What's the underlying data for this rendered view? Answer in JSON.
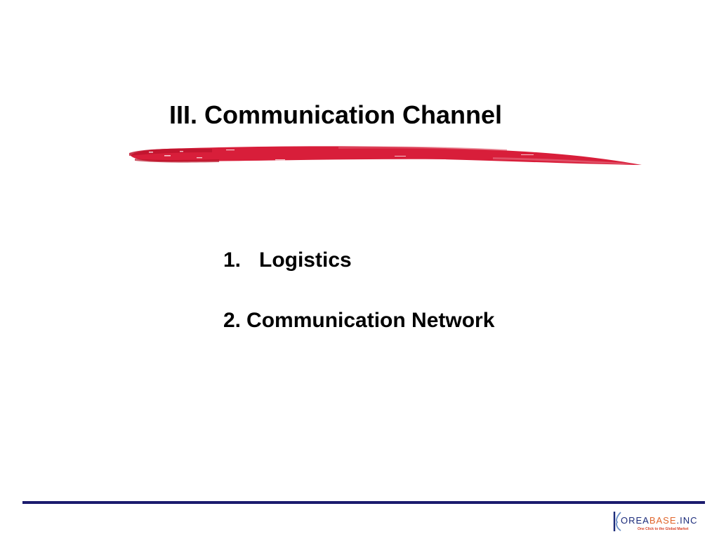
{
  "slide": {
    "title": "III. Communication Channel",
    "items": [
      {
        "number": "1.",
        "text": "Logistics"
      },
      {
        "number": "2.",
        "text": "Communication Network"
      }
    ]
  },
  "logo": {
    "part_ore": "OREA",
    "part_base": "BASE",
    "part_inc": ".INC",
    "tagline": "One Click to the Global Market"
  },
  "colors": {
    "brush_red": "#d81e3a",
    "footer_rule": "#1b1b6e",
    "logo_blue": "#1a2a7a",
    "logo_orange": "#e0642a"
  }
}
